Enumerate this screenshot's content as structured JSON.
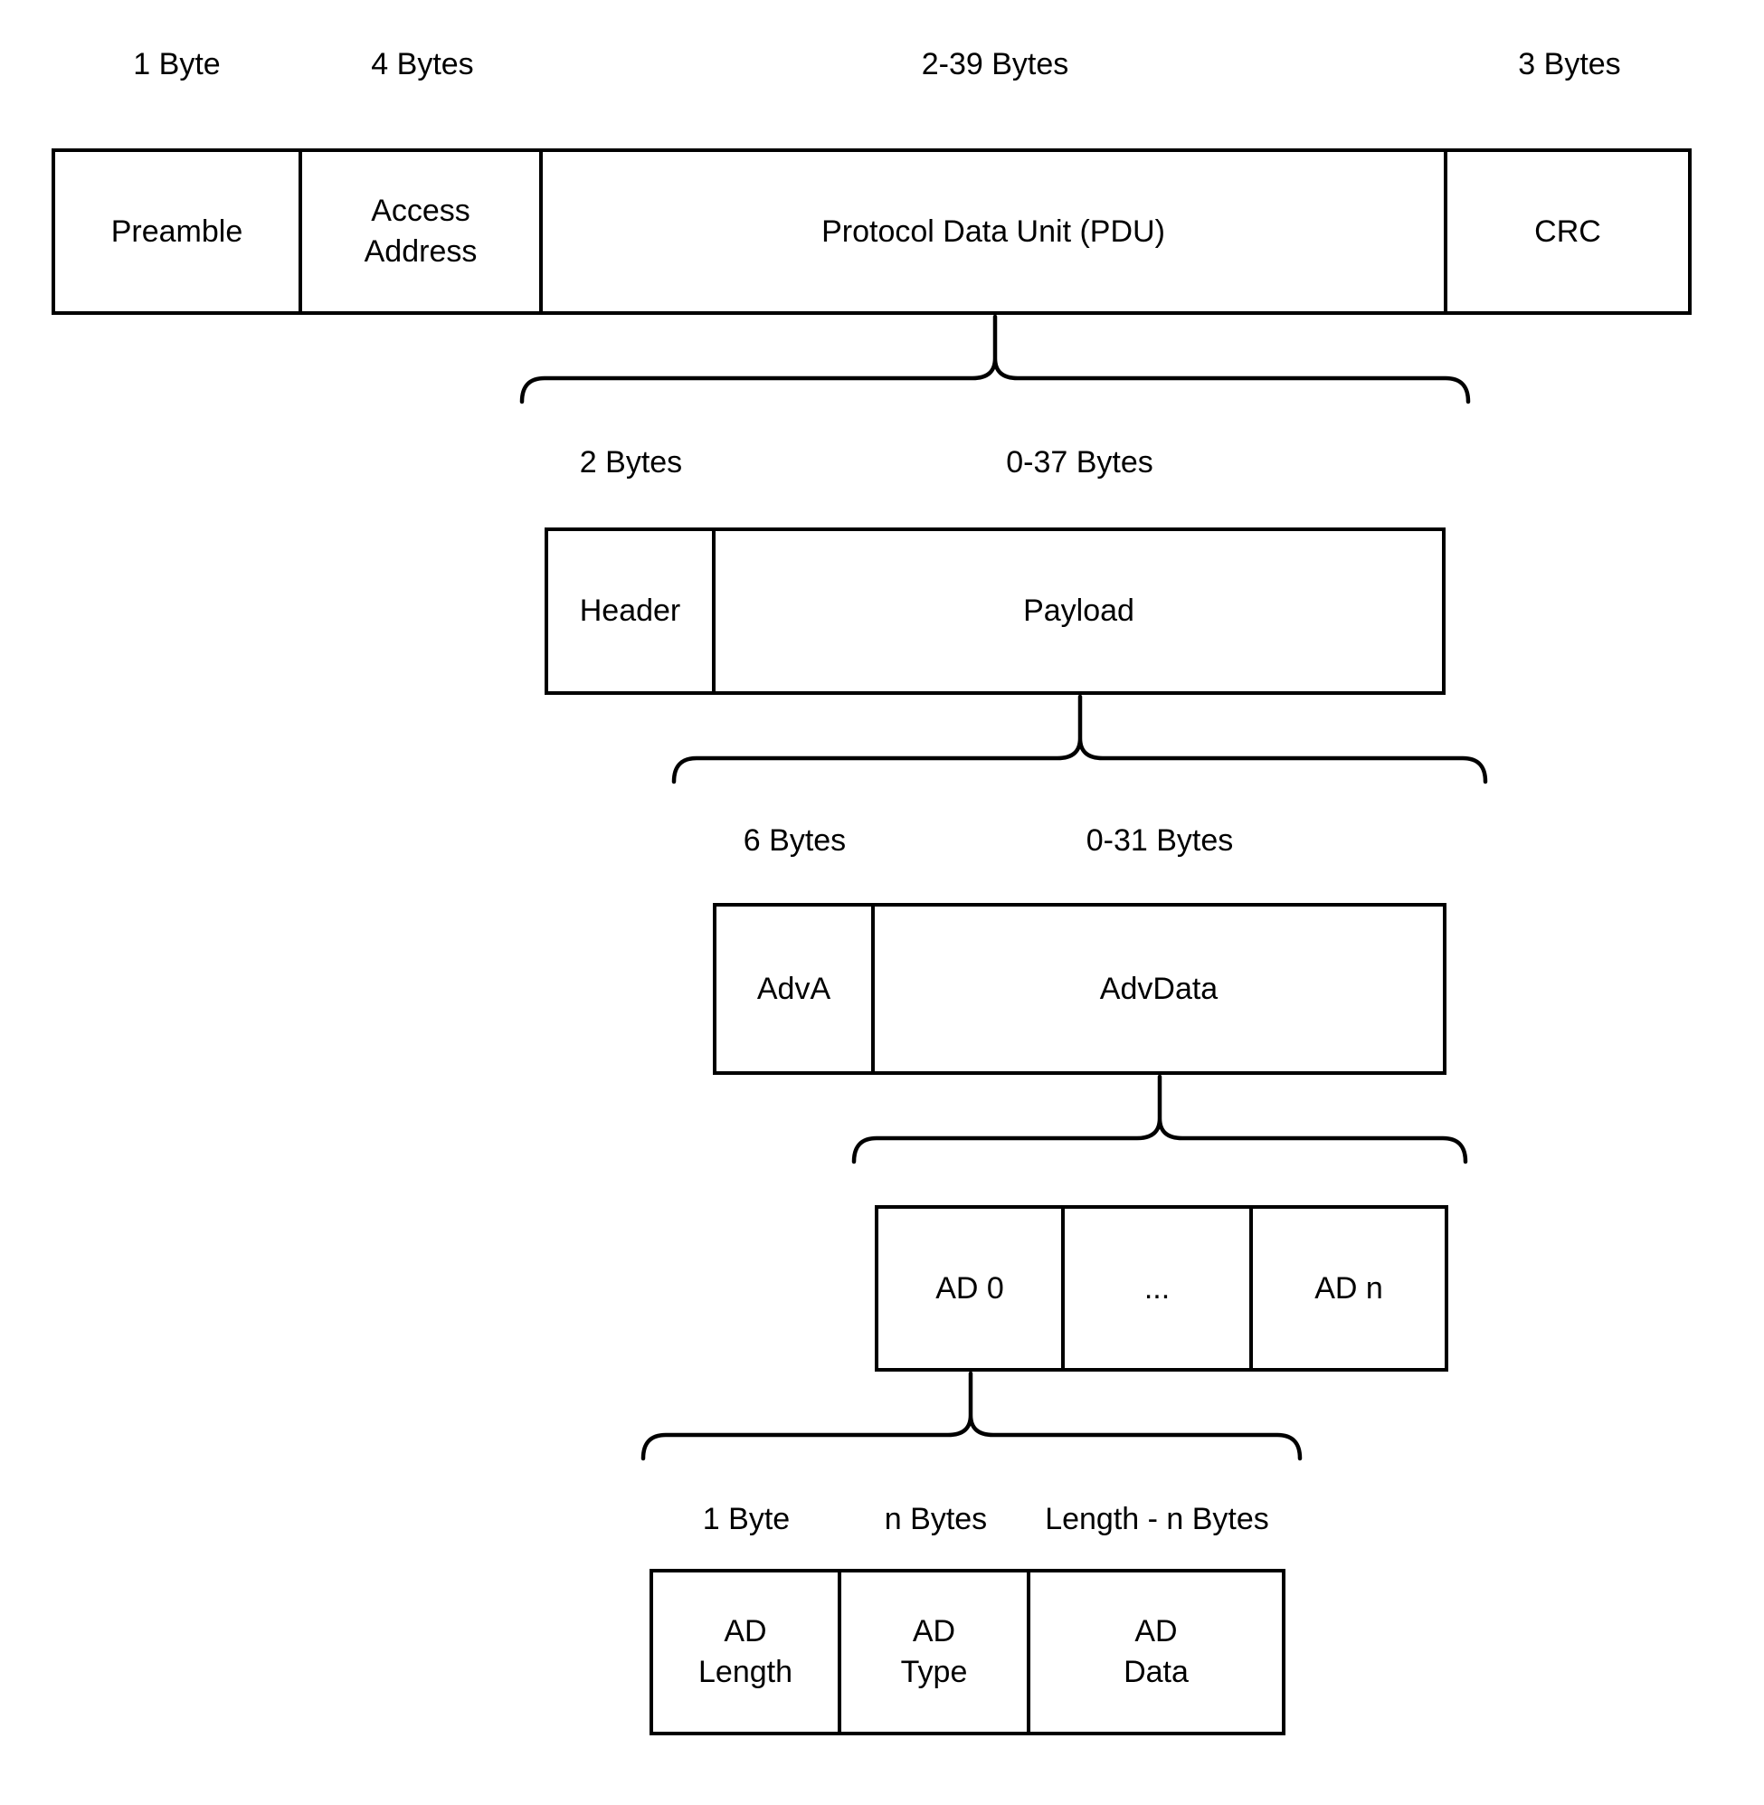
{
  "diagram": {
    "description": "Bluetooth LE advertising packet structure breakdown",
    "colors": {
      "line": "#000000",
      "text": "#000000",
      "background": "#ffffff"
    },
    "levels": [
      {
        "name": "packet",
        "sizes": [
          "1 Byte",
          "4 Bytes",
          "2-39 Bytes",
          "3 Bytes"
        ],
        "fields": [
          "Preamble",
          "Access\nAddress",
          "Protocol Data Unit (PDU)",
          "CRC"
        ]
      },
      {
        "name": "pdu",
        "sizes": [
          "2 Bytes",
          "0-37 Bytes"
        ],
        "fields": [
          "Header",
          "Payload"
        ]
      },
      {
        "name": "payload",
        "sizes": [
          "6 Bytes",
          "0-31 Bytes"
        ],
        "fields": [
          "AdvA",
          "AdvData"
        ]
      },
      {
        "name": "advdata",
        "sizes": [],
        "fields": [
          "AD 0",
          "...",
          "AD n"
        ]
      },
      {
        "name": "ad-structure",
        "sizes": [
          "1 Byte",
          "n Bytes",
          "Length - n Bytes"
        ],
        "fields": [
          "AD\nLength",
          "AD\nType",
          "AD\nData"
        ]
      }
    ]
  }
}
